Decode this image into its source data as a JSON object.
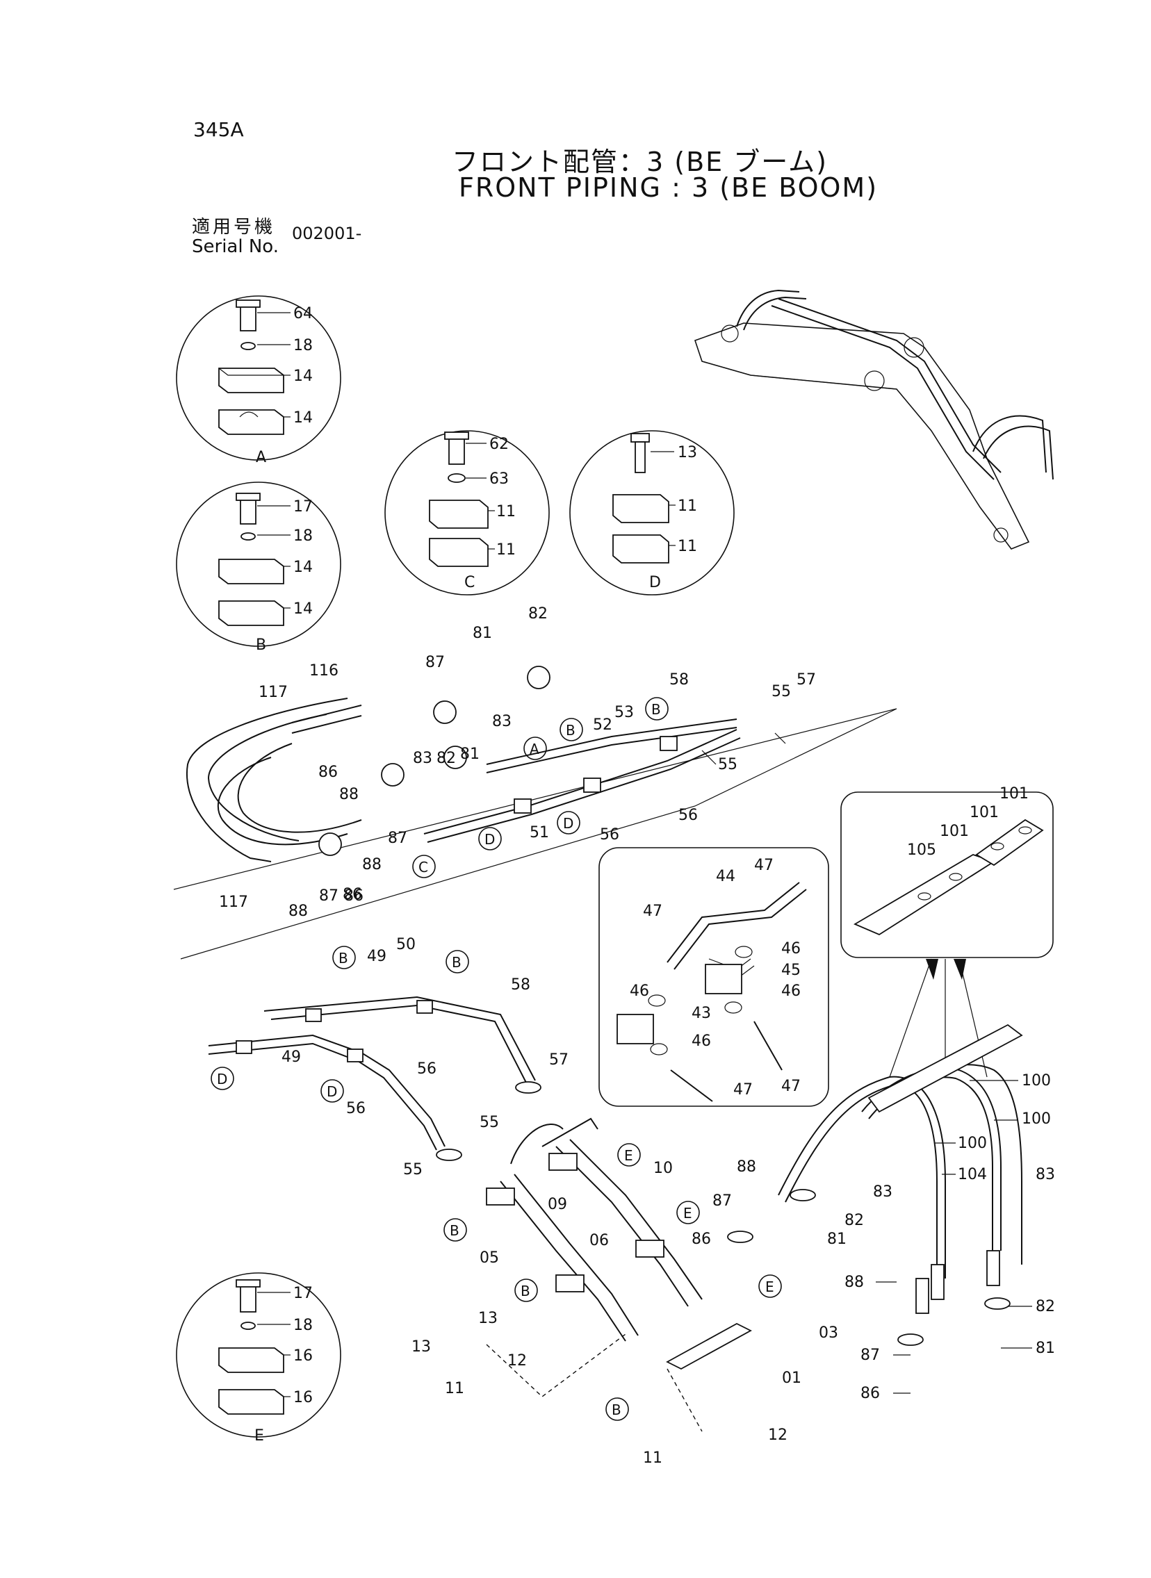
{
  "header": {
    "page_code": "345A",
    "title_ja": "フロント配管：3 (BE ブーム)",
    "title_en": "FRONT PIPING : 3 (BE BOOM)",
    "serial_label_ja": "適用号機",
    "serial_label_en": "Serial No.",
    "serial_value": "002001-"
  },
  "details": {
    "A": {
      "letter": "A",
      "parts": [
        "64",
        "18",
        "14",
        "14"
      ]
    },
    "B": {
      "letter": "B",
      "parts": [
        "17",
        "18",
        "14",
        "14"
      ]
    },
    "C": {
      "letter": "C",
      "parts": [
        "62",
        "63",
        "11",
        "11"
      ]
    },
    "D": {
      "letter": "D",
      "parts": [
        "13",
        "11",
        "11"
      ]
    },
    "E": {
      "letter": "E",
      "parts": [
        "17",
        "18",
        "16",
        "16"
      ]
    }
  },
  "callout_letters": [
    "A",
    "B",
    "C",
    "D",
    "E"
  ],
  "part_numbers": [
    "116",
    "117",
    "87",
    "81",
    "82",
    "83",
    "58",
    "55",
    "57",
    "53",
    "52",
    "86",
    "88",
    "83",
    "82",
    "81",
    "56",
    "55",
    "56",
    "51",
    "87",
    "86",
    "88",
    "87",
    "117",
    "88",
    "86",
    "49",
    "50",
    "58",
    "49",
    "56",
    "57",
    "56",
    "55",
    "55",
    "44",
    "47",
    "47",
    "46",
    "45",
    "46",
    "46",
    "43",
    "46",
    "47",
    "47",
    "105",
    "101",
    "101",
    "101",
    "100",
    "100",
    "100",
    "104",
    "83",
    "82",
    "81",
    "88",
    "87",
    "86",
    "10",
    "09",
    "06",
    "05",
    "13",
    "13",
    "12",
    "11",
    "03",
    "01",
    "12",
    "11",
    "88",
    "83",
    "87",
    "82",
    "81",
    "86"
  ]
}
